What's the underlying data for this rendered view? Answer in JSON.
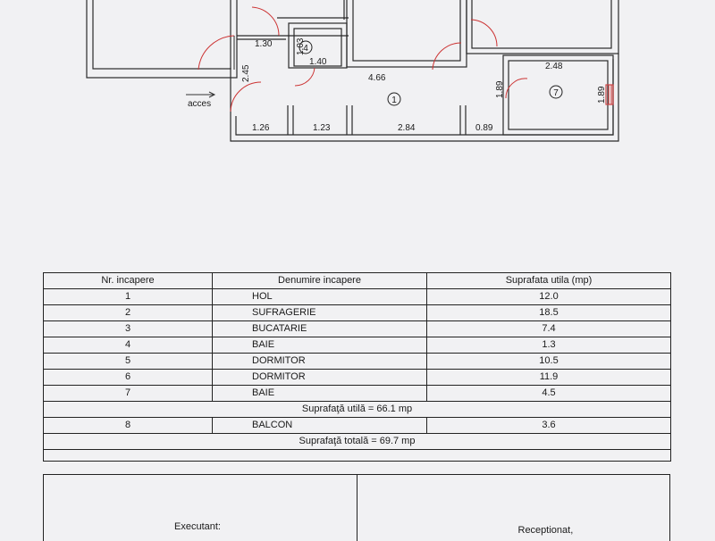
{
  "plan": {
    "room_numbers": [
      "4",
      "1",
      "7"
    ],
    "dimensions": {
      "d130": "1.30",
      "d103": "1.03",
      "d140": "1.40",
      "d245": "2.45",
      "d466": "4.66",
      "d189a": "1.89",
      "d248": "2.48",
      "d189b": "1.89",
      "d126": "1.26",
      "d123": "1.23",
      "d284": "2.84",
      "d089": "0.89"
    },
    "entrance_label": "acces"
  },
  "table": {
    "headers": [
      "Nr. incapere",
      "Denumire incapere",
      "Suprafata utila (mp)"
    ],
    "rows": [
      {
        "nr": "1",
        "name": "HOL",
        "area": "12.0"
      },
      {
        "nr": "2",
        "name": "SUFRAGERIE",
        "area": "18.5"
      },
      {
        "nr": "3",
        "name": "BUCATARIE",
        "area": "7.4"
      },
      {
        "nr": "4",
        "name": "BAIE",
        "area": "1.3"
      },
      {
        "nr": "5",
        "name": "DORMITOR",
        "area": "10.5"
      },
      {
        "nr": "6",
        "name": "DORMITOR",
        "area": "11.9"
      },
      {
        "nr": "7",
        "name": "BAIE",
        "area": "4.5"
      }
    ],
    "useful_area": "Suprafaţă utilă = 66.1 mp",
    "balcony": {
      "nr": "8",
      "name": "BALCON",
      "area": "3.6"
    },
    "total_area": "Suprafaţă totală = 69.7 mp"
  },
  "signatures": {
    "executant": "Executant:",
    "receptionat": "Receptionat,"
  }
}
